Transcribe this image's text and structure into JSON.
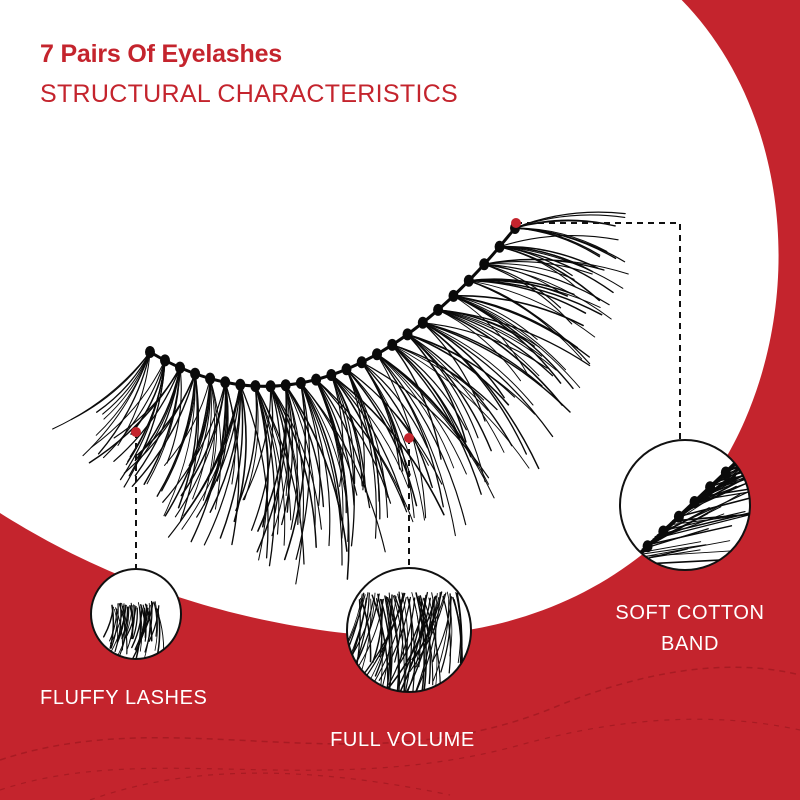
{
  "header": {
    "title": "7 Pairs Of Eyelashes",
    "subtitle": "STRUCTURAL CHARACTERISTICS"
  },
  "callouts": [
    {
      "label_lines": [
        "FLUFFY LASHES"
      ]
    },
    {
      "label_lines": [
        "FULL VOLUME"
      ]
    },
    {
      "label_lines": [
        "SOFT COTTON",
        "BAND"
      ]
    }
  ],
  "colors": {
    "brand_red": "#c4242d",
    "dark_red": "#b01d26",
    "lash_black": "#0a0a0a",
    "background": "#ffffff"
  },
  "icons": {
    "callout_marker": "red-dot-icon",
    "product": "false-eyelash-icon"
  }
}
